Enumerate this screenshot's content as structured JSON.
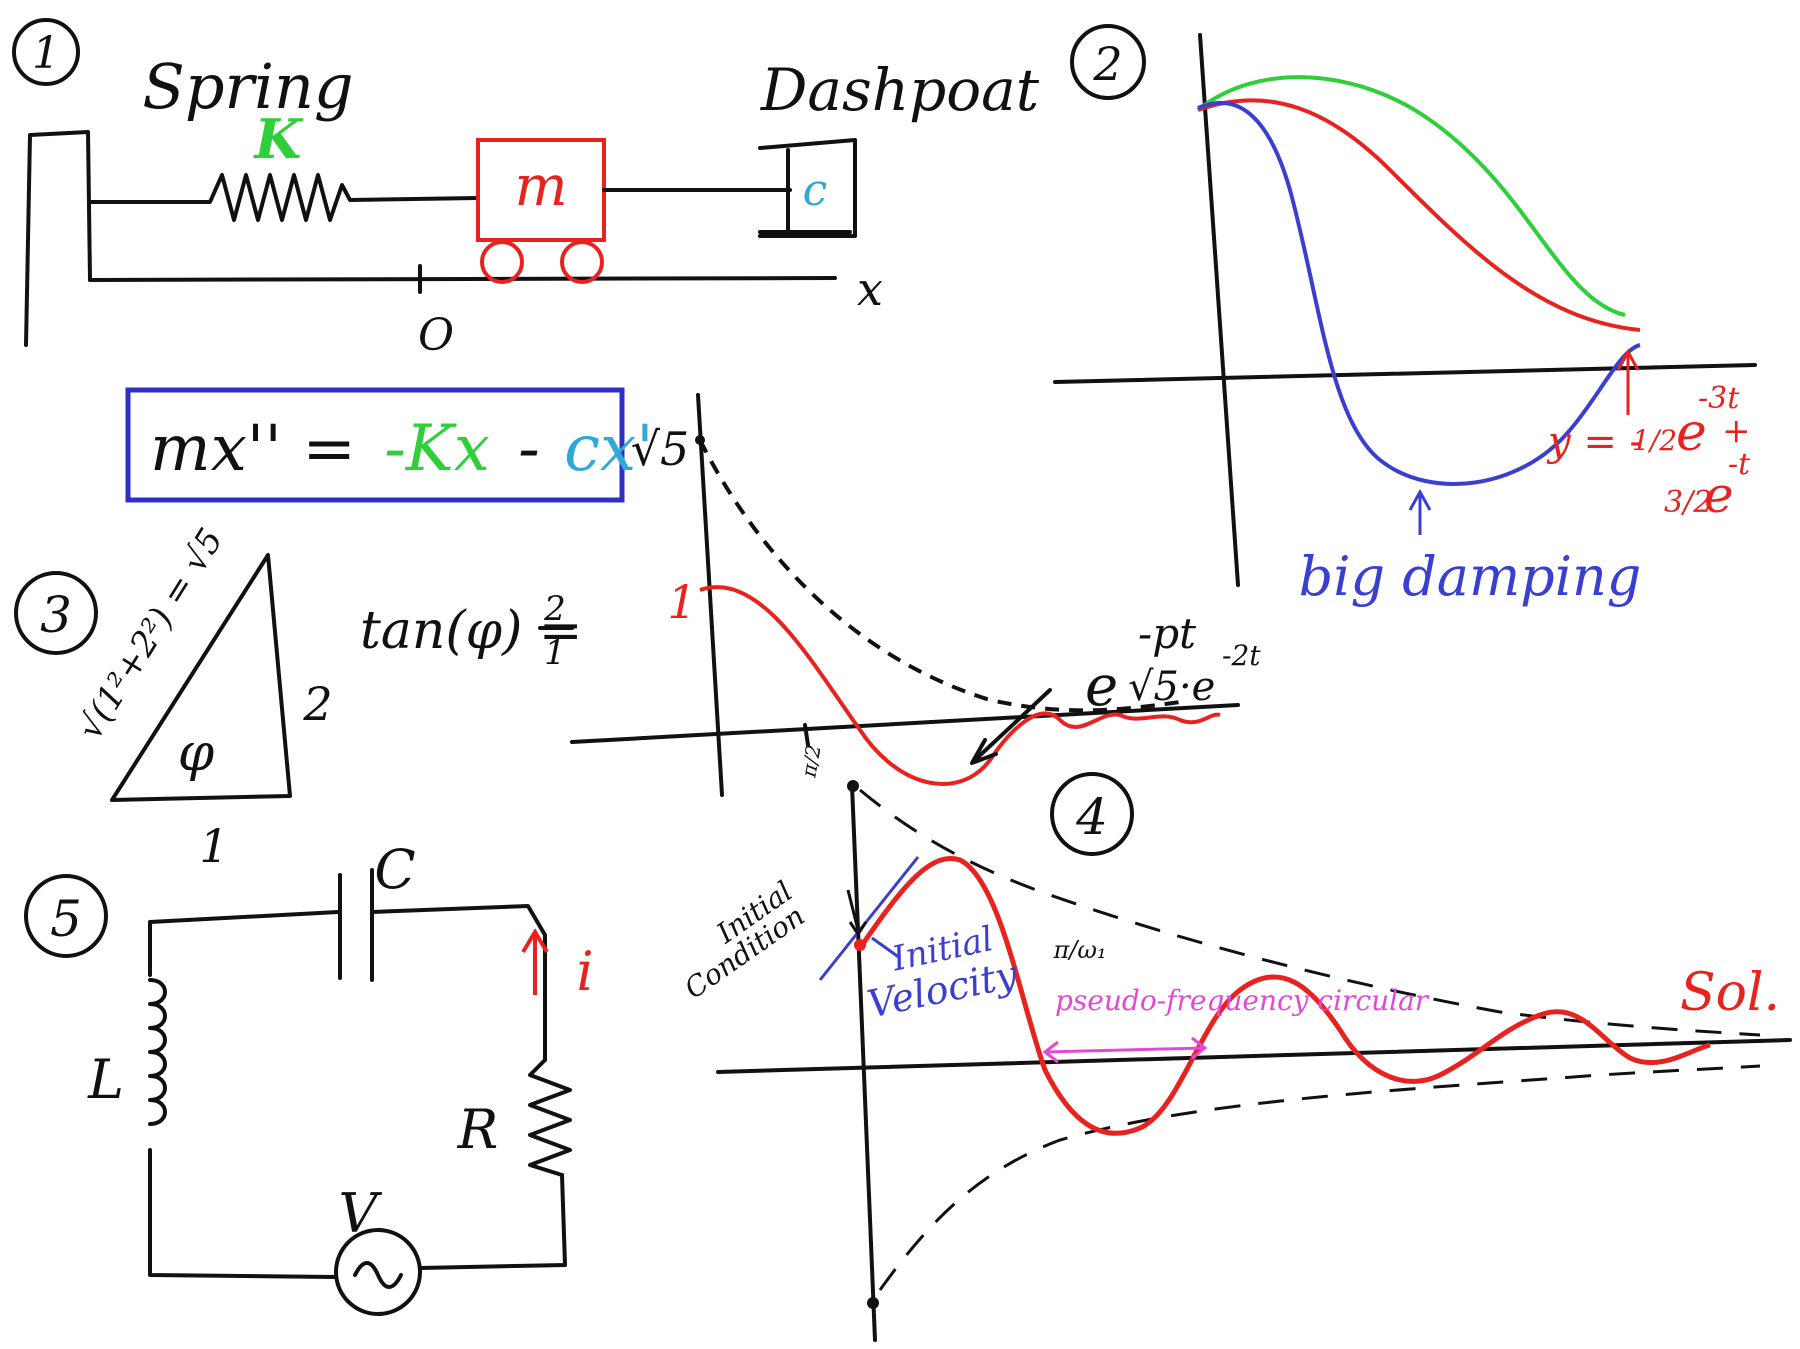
{
  "colors": {
    "ink": "#111111",
    "red": "#e8231f",
    "green": "#2fcf3a",
    "blue": "#3a3fd0",
    "cyan": "#31a9d8",
    "magenta": "#e24ad6",
    "box_blue": "#2f2fc4"
  },
  "panel1": {
    "number": "1",
    "spring_label": "Spring",
    "spring_const": "K",
    "mass_label": "m",
    "damper_label": "Dashpoat",
    "damper_const": "c",
    "origin_label": "O",
    "axis_label": "x"
  },
  "equation": {
    "lhs": "mx'' =",
    "term1": "-Kx",
    "minus": "-",
    "term2": "cx'"
  },
  "panel2": {
    "number": "2",
    "caption": "big damping",
    "solution_line1": "y = -",
    "solution_frac1": "1/2",
    "solution_exp1": "e",
    "solution_pow1": "-3t",
    "solution_plus": "+",
    "solution_frac2": "3/2",
    "solution_exp2": "e",
    "solution_pow2": "-t"
  },
  "panel3": {
    "number": "3",
    "hypotenuse": "√(1²+2²) = √5",
    "angle": "φ",
    "opposite": "2",
    "adjacent": "1",
    "tan_formula": "tan(φ) =",
    "tan_num": "2",
    "tan_den": "1"
  },
  "decay_plot": {
    "y_top": "√5",
    "y_one": "1",
    "x_tick": "π/2",
    "envelope": "e",
    "envelope_pow": "-pt",
    "envelope2": "√5·e",
    "envelope2_pow": "-2t"
  },
  "panel4": {
    "number": "4",
    "initial_condition": [
      "Initial",
      "Condition"
    ],
    "initial_velocity": [
      "Initial",
      "Velocity"
    ],
    "period": "π/ω₁",
    "pseudo_freq": "pseudo-frequency circular",
    "solution": "Sol."
  },
  "panel5": {
    "number": "5",
    "capacitor": "C",
    "current": "i",
    "inductor": "L",
    "resistor": "R",
    "source": "V"
  }
}
